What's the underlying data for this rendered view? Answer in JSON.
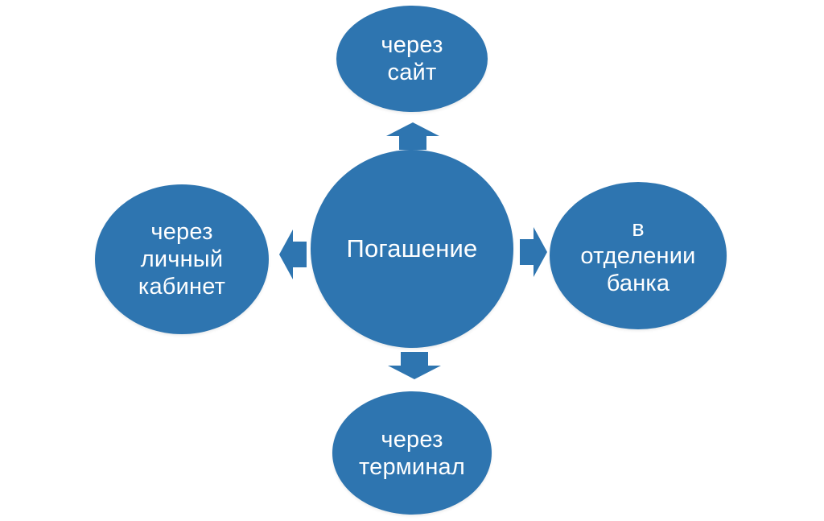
{
  "colors": {
    "node_fill": "#2E75B0",
    "arrow_fill": "#2E75B0",
    "background": "#FFFFFF",
    "text": "#FFFFFF"
  },
  "diagram": {
    "center": {
      "label": "Погашение"
    },
    "top": {
      "label": "через\nсайт"
    },
    "left": {
      "label": "через\nличный\nкабинет"
    },
    "right": {
      "label": "в\nотделении\nбанка"
    },
    "bottom": {
      "label": "через\nтерминал"
    }
  }
}
